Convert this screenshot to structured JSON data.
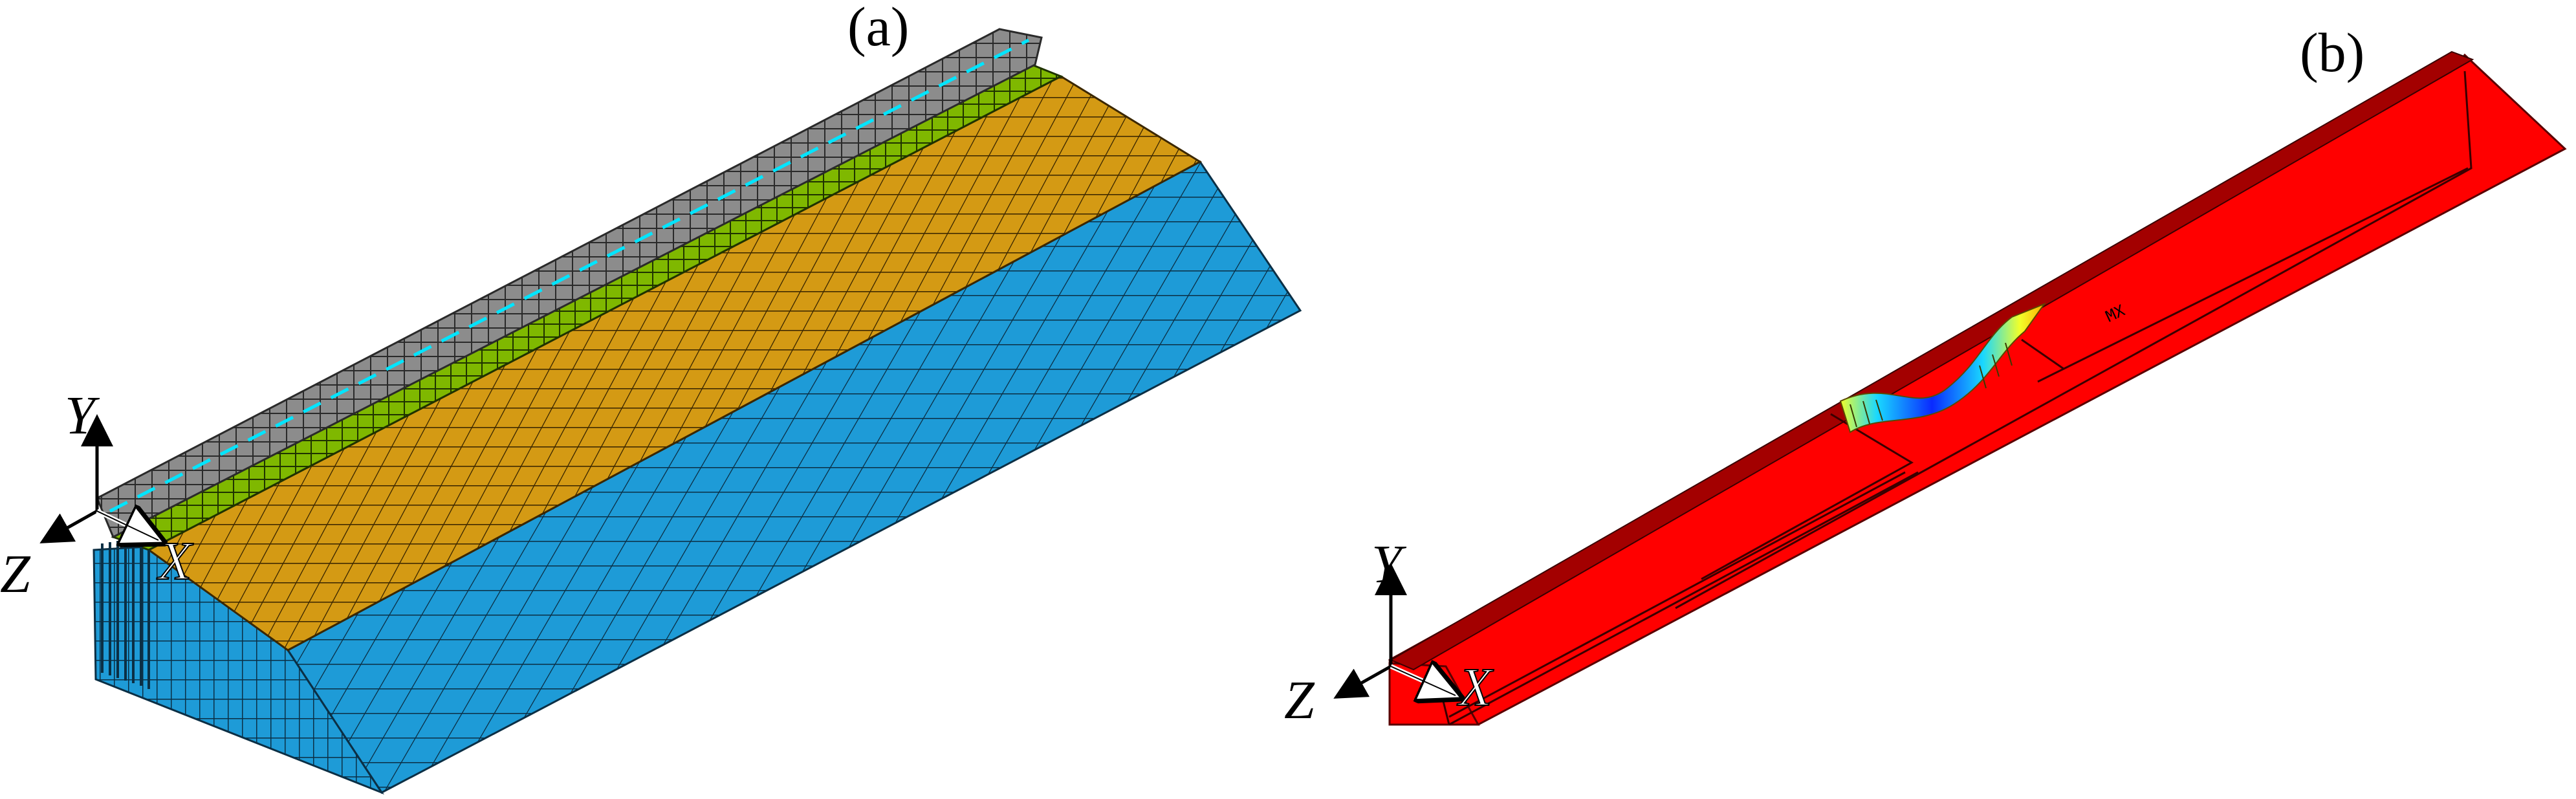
{
  "panels": {
    "a": {
      "label": "(a)"
    },
    "b": {
      "label": "(b)",
      "marker": "MX"
    }
  },
  "axes": {
    "x": "X",
    "y": "Y",
    "z": "Z"
  },
  "colors": {
    "top_gray": "#8c8c8c",
    "green_strip": "#7fb800",
    "slope_orange": "#d49a14",
    "side_blue": "#1e9bd7",
    "mesh_line": "#1a1a1a",
    "cyan_line": "#00e5ff",
    "deform_red": "#ff0000",
    "deform_blue": "#0a2aff",
    "deform_cyan": "#19d8ff",
    "deform_yellow": "#f1ff2a"
  }
}
